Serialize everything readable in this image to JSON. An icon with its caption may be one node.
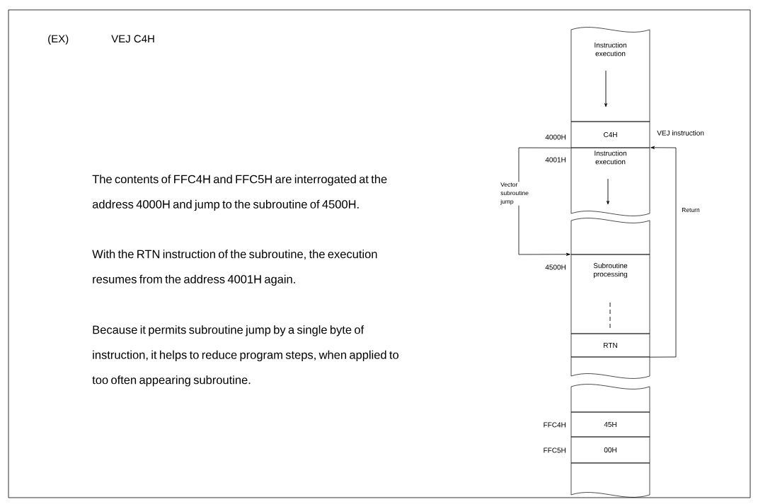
{
  "diagram": {
    "nodes": [
      {
        "text": [
          "Instruction execution"
        ]
      },
      {
        "text": [
          "C4H"
        ],
        "beside": [
          "4000H",
          "VEJ instruction"
        ]
      },
      {
        "text": [
          "Instruction execution"
        ],
        "beside": [
          "4001H"
        ]
      },
      {
        "text": [],
        "shape": "box"
      },
      {
        "text": [
          "Subroutine processing"
        ],
        "beside": [
          "4500H"
        ]
      },
      {
        "text": [
          "RTN"
        ]
      },
      {
        "text": [],
        "shape": "box"
      },
      {
        "text": [],
        "shape": "box"
      },
      {
        "text": [
          "45H"
        ],
        "beside": [
          "FFC4H"
        ]
      },
      {
        "text": [
          "00H"
        ],
        "beside": [
          "FFC5H"
        ]
      },
      {
        "text": [],
        "shape": "box"
      }
    ],
    "edges": [
      {
        "from": 1,
        "to": 4,
        "arrow": "to",
        "label": "Vector subroutine jump"
      },
      {
        "from": 5,
        "to": 2,
        "arrow": "to",
        "label": "Return"
      }
    ],
    "labels": [
      "(EX)",
      "VEJ C4H",
      "The contents of FFC4H and FFC5H are interrogated at the address 4000H and jump to the subroutine of 4500H.",
      "With the RTN instruction of the subroutine, the execution resumes from the address 4001H again.",
      "Because it permits subroutine jump by a single byte of instruction, it helps to reduce program steps, when applied to too often appearing subroutine."
    ]
  }
}
